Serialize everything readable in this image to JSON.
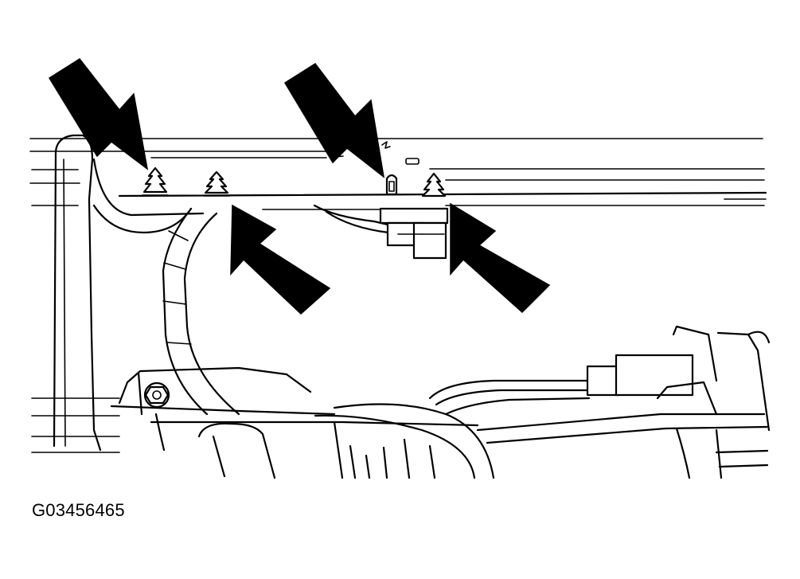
{
  "figure": {
    "caption": "G03456465",
    "arrow_count": 4,
    "clip_count": 4,
    "colors": {
      "line": "#000000",
      "background": "#ffffff"
    }
  }
}
